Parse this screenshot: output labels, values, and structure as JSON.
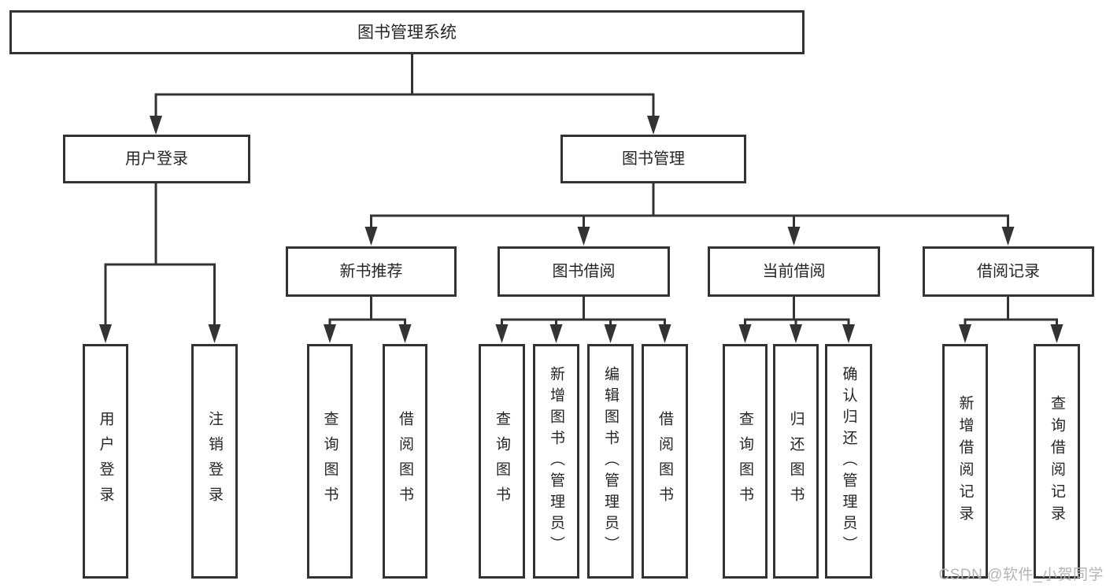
{
  "diagram": {
    "root": "图书管理系统",
    "level2": [
      {
        "label": "用户登录",
        "leaves": [
          "用户登录",
          "注销登录"
        ]
      },
      {
        "label": "图书管理",
        "level3": [
          {
            "label": "新书推荐",
            "leaves": [
              "查询图书",
              "借阅图书"
            ]
          },
          {
            "label": "图书借阅",
            "leaves": [
              "查询图书",
              "新增图书（管理员）",
              "编辑图书（管理员）",
              "借阅图书"
            ]
          },
          {
            "label": "当前借阅",
            "leaves": [
              "查询图书",
              "归还图书",
              "确认归还（管理员）"
            ]
          },
          {
            "label": "借阅记录",
            "leaves": [
              "新增借阅记录",
              "查询借阅记录"
            ]
          }
        ]
      }
    ]
  },
  "watermark": {
    "text": "CSDN @软件_小贺同学"
  },
  "colors": {
    "line": "#333333",
    "text": "#262626",
    "box_background": "#ffffff",
    "page_background": "#ffffff",
    "watermark": "#b5b5b5"
  }
}
